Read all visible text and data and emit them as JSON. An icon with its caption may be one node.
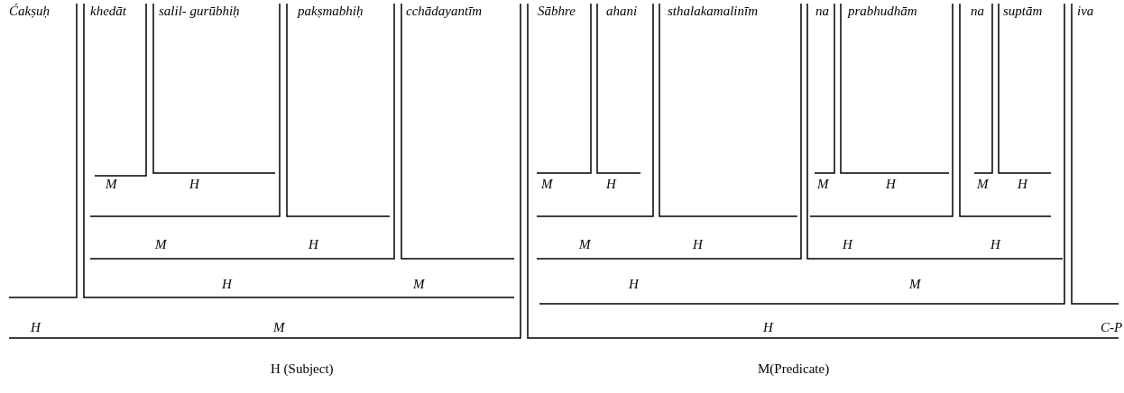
{
  "diagram": {
    "labels": [
      "Ćakṣuḥ",
      "khedāt",
      "salil- gurūbhiḥ",
      "pakṣmabhiḥ",
      "cchādayantīm",
      "Sābhre",
      "ahani",
      "sthalakamalinīm",
      "na",
      "prabhudhām",
      "na",
      "suptām",
      "iva",
      "M",
      "H",
      "M",
      "H",
      "M",
      "H",
      "M",
      "H",
      "M",
      "H",
      "M",
      "H",
      "H",
      "H",
      "H",
      "M",
      "H",
      "M",
      "H",
      "M",
      "H",
      "C-P",
      "H (Subject)",
      "M(Predicate)"
    ]
  }
}
